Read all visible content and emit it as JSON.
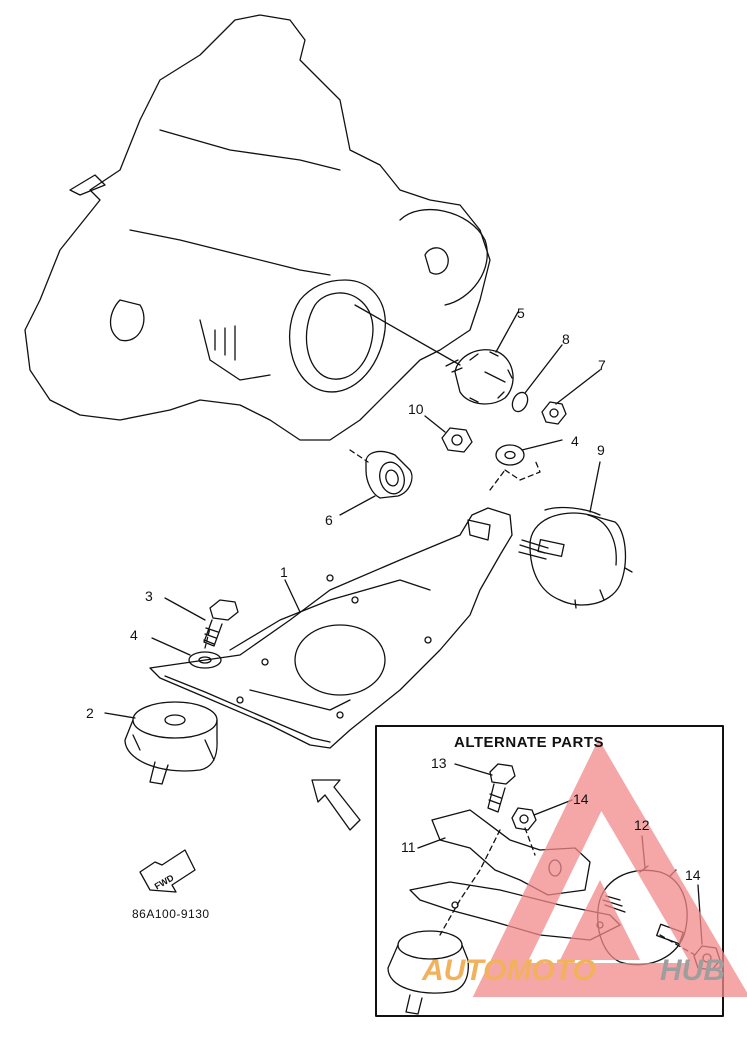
{
  "diagram": {
    "part_labels": {
      "p1": "1",
      "p2": "2",
      "p3": "3",
      "p4a": "4",
      "p4b": "4",
      "p5": "5",
      "p6": "6",
      "p7": "7",
      "p8": "8",
      "p9": "9",
      "p10": "10",
      "p11": "11",
      "p12": "12",
      "p13": "13",
      "p14a": "14",
      "p14b": "14"
    },
    "fwd_label": "FWD",
    "reference_code": "86A100-9130",
    "alternate_box": {
      "title": "ALTERNATE PARTS"
    }
  },
  "watermark": {
    "text_left": "AUTOMOTO",
    "text_right": "HUB",
    "color_left": "#f2b15c",
    "color_right": "#9e9e9e",
    "triangle_color": "#f28a8a"
  }
}
